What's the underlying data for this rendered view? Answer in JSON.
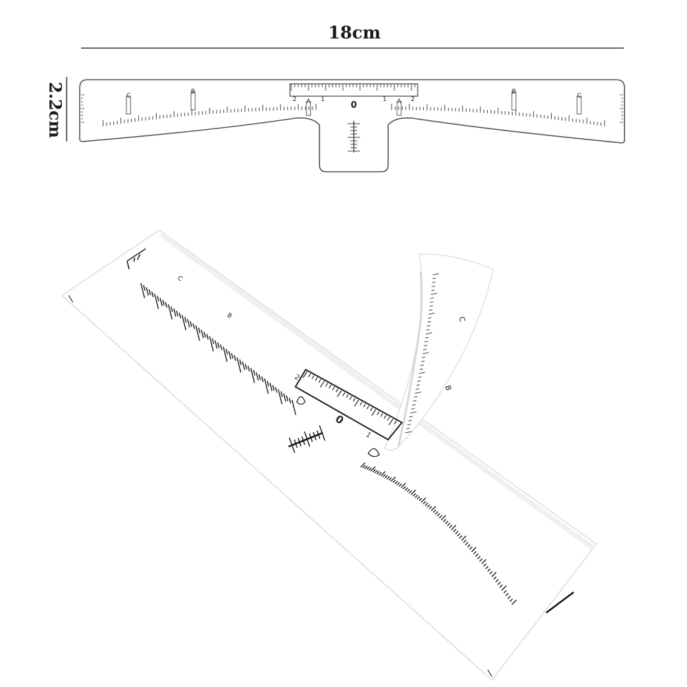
{
  "dimensions": {
    "width_label": "18cm",
    "height_label": "2.2cm"
  },
  "ruler": {
    "center_label": "0",
    "small_numbers": [
      "2",
      "1",
      "1",
      "2"
    ],
    "letters": [
      "C",
      "B",
      "A",
      "A",
      "B",
      "C"
    ]
  },
  "sticker": {
    "number_zero": "0",
    "number_two": "2",
    "number_one": "1",
    "letters": [
      "C",
      "B",
      "C",
      "B"
    ]
  },
  "colors": {
    "background": "#ffffff",
    "ink": "#222222",
    "paper_shadow": "#e4e6ea"
  }
}
